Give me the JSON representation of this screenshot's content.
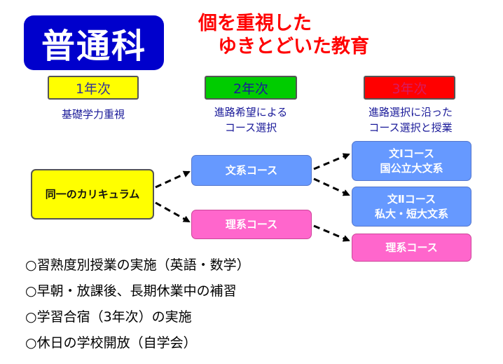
{
  "title": "普通科",
  "tagline": [
    "個を重視した",
    "ゆきとどいた教育"
  ],
  "years": [
    {
      "label": "1年次",
      "note": [
        "基礎学力重視"
      ]
    },
    {
      "label": "2年次",
      "note": [
        "進路希望による",
        "コース選択"
      ]
    },
    {
      "label": "3年次",
      "note": [
        "進路選択に沿った",
        "コース選択と授業"
      ]
    }
  ],
  "boxes": {
    "curriculum": "同一のカリキュラム",
    "bunkei": "文系コース",
    "rikei": "理系コース",
    "y3_bun1": [
      "文Ⅰコース",
      "国公立大文系"
    ],
    "y3_bun2": [
      "文Ⅱコース",
      "私大・短大文系"
    ],
    "y3_rikei": "理系コース"
  },
  "bullets": [
    "○習熟度別授業の実施（英語・数学）",
    "○早朝・放課後、長期休業中の補習",
    "○学習合宿（3年次）の実施",
    "○休日の学校開放（自学会）"
  ],
  "colors": {
    "title_bg": "#0000cc",
    "tagline": "#ff0000",
    "year1": "#ffff00",
    "year2": "#00cc00",
    "year3": "#ff0000",
    "bunkei_box": "#6699ff",
    "rikei_box": "#ff66cc"
  }
}
